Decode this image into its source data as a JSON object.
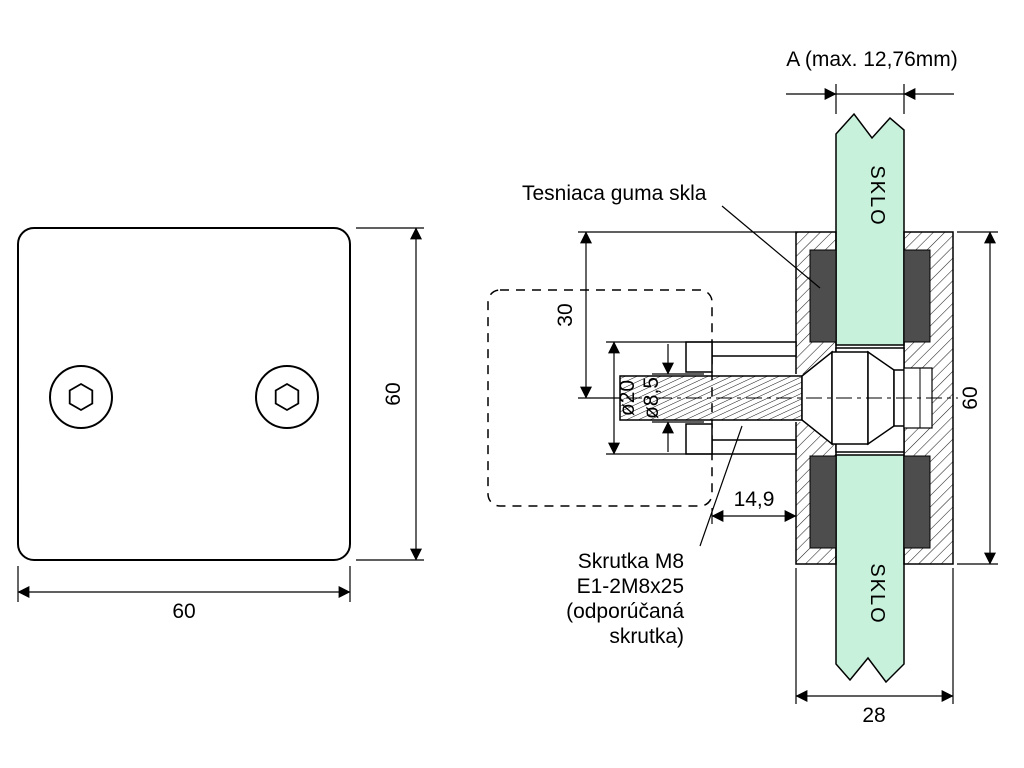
{
  "front_view": {
    "width_label": "60",
    "height_label": "60"
  },
  "section_view": {
    "gap_label": "A (max. 12,76mm)",
    "rubber_label": "Tesniaca guma skla",
    "screw_label_lines": [
      "Skrutka M8",
      "E1-2M8x25",
      "(odporúčaná",
      "skrutka)"
    ],
    "glass_top_label": "SKLO",
    "glass_bottom_label": "SKLO",
    "dim_top_to_axis": "30",
    "dim_bore": "ø20",
    "dim_screw_hole": "ø8,5",
    "dim_post_offset": "14,9",
    "dim_height": "60",
    "dim_width": "28"
  },
  "colors": {
    "glass": "#c7f1da",
    "rubber": "#4d4d4d",
    "line": "#000000",
    "background": "#ffffff"
  }
}
